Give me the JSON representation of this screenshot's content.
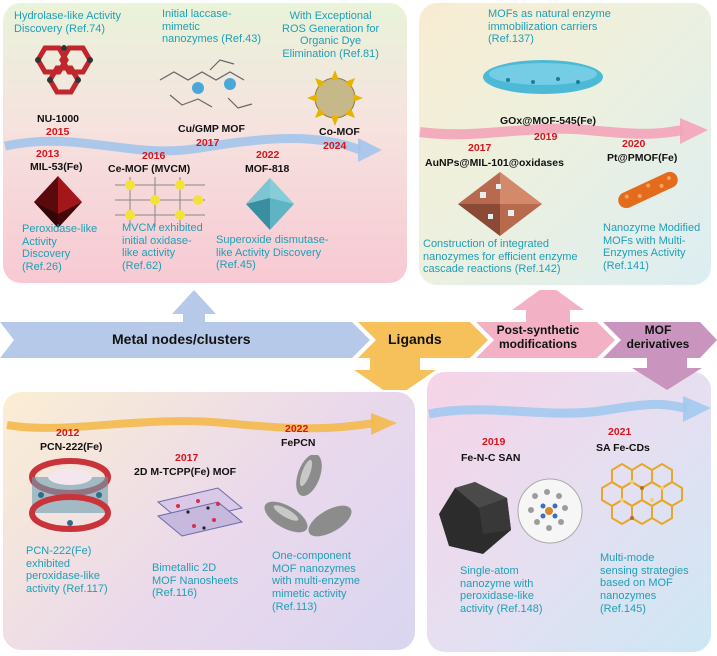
{
  "bands": {
    "metal_nodes": "Metal nodes/clusters",
    "ligands": "Ligands",
    "post_synthetic": "Post-synthetic\nmodifications",
    "mof_derivatives": "MOF\nderivatives"
  },
  "top_left": {
    "hydrolase": "Hydrolase-like Activity\nDiscovery (Ref.74)",
    "laccase": "Initial laccase-\nmimetic\nnanozymes (Ref.43)",
    "ros": "With Exceptional\nROS Generation for\nOrganic Dye\nElimination (Ref.81)",
    "nu1000": "NU-1000",
    "y2015": "2015",
    "cugmp": "Cu/GMP MOF",
    "y2017": "2017",
    "comof": "Co-MOF",
    "y2024": "2024",
    "y2013": "2013",
    "mil53": "MIL-53(Fe)",
    "y2016": "2016",
    "cemof": "Ce-MOF (MVCM)",
    "y2022": "2022",
    "mof818": "MOF-818",
    "peroxidase": "Peroxidase-like\nActivity\nDiscovery\n(Ref.26)",
    "mvcm": "MVCM exhibited\ninitial oxidase-\nlike activity\n(Ref.62)",
    "superoxide": "Superoxide dismutase-\nlike Activity Discovery\n(Ref.45)"
  },
  "top_right": {
    "carriers": "MOFs as natural enzyme\nimmobilization carriers\n(Ref.137)",
    "gox": "GOx@MOF-545(Fe)",
    "y2019": "2019",
    "y2017": "2017",
    "aunps": "AuNPs@MIL-101@oxidases",
    "y2020": "2020",
    "ptpmof": "Pt@PMOF(Fe)",
    "cascade": "Construction of integrated\nnanozymes for efficient enzyme\ncascade reactions (Ref.142)",
    "multi": "Nanozyme Modified\nMOFs with Multi-\nEnzymes Activity\n(Ref.141)"
  },
  "bottom_left": {
    "y2012": "2012",
    "pcn222": "PCN-222(Fe)",
    "y2017": "2017",
    "mtcpp": "2D M-TCPP(Fe) MOF",
    "y2022": "2022",
    "fepcn": "FePCN",
    "pcn_desc": "PCN-222(Fe)\nexhibited\nperoxidase-like\nactivity (Ref.117)",
    "bimetal": "Bimetallic 2D\nMOF Nanosheets\n(Ref.116)",
    "onecomp": "One-component\nMOF nanozymes\nwith multi-enzyme\nmimetic activity\n(Ref.113)"
  },
  "bottom_right": {
    "y2019": "2019",
    "fenc": "Fe-N-C SAN",
    "y2021": "2021",
    "safecds": "SA Fe-CDs",
    "single": "Single-atom\nnanozyme with\nperoxidase-like\nactivity (Ref.148)",
    "multimode": "Multi-mode\nsensing strategies\nbased on MOF\nnanozymes\n(Ref.145)"
  },
  "colors": {
    "teal_text": "#1f9fb5",
    "year_red": "#d8141c",
    "band_blue": "#b7c9e9",
    "band_orange": "#f6c15b",
    "band_pink": "#f2b1c4",
    "band_purple": "#c995bf"
  }
}
